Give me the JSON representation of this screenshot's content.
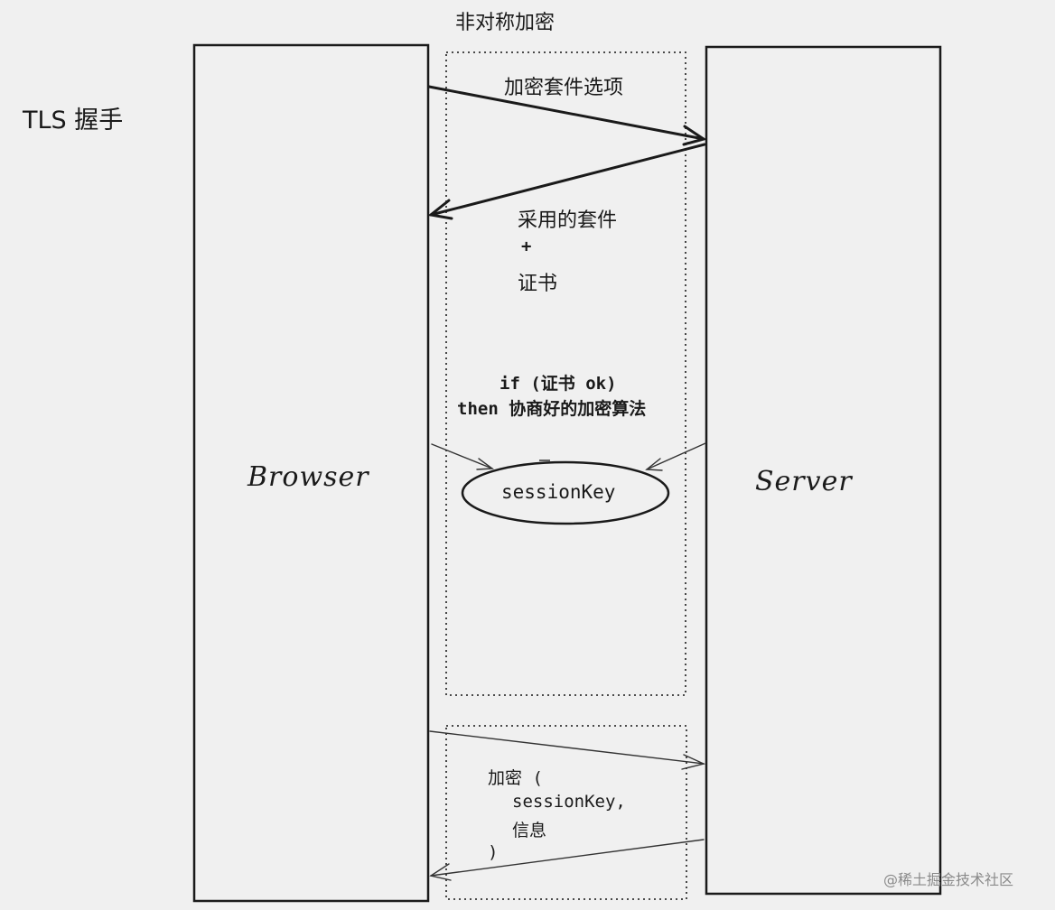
{
  "title": "TLS 握手",
  "top_section_label": "非对称加密",
  "browser_label": "Browser",
  "server_label": "Server",
  "msg_cipher_options": "加密套件选项",
  "msg_chosen_suite": "采用的套件",
  "msg_plus": "+",
  "msg_certificate": "证书",
  "cond_line1": "if (证书 ok)",
  "cond_line2": "then 协商好的加密算法",
  "session_key": "sessionKey",
  "enc_line1": "加密 (",
  "enc_line2": "sessionKey,",
  "enc_line3": "信息",
  "enc_line4": ")",
  "watermark": "@稀土掘金技术社区",
  "colors": {
    "background": "#f0f0f0",
    "ink": "#1a1a1a",
    "watermark": "#8a8a8a"
  }
}
